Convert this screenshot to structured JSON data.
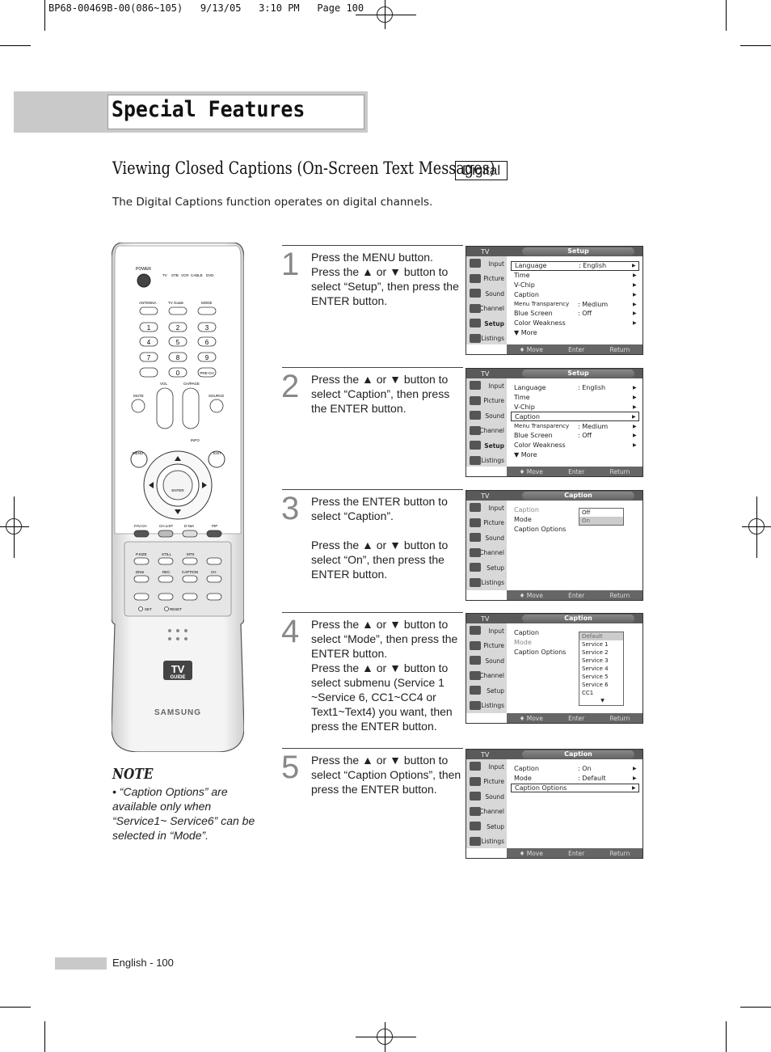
{
  "header_slug": "BP68-00469B-00(086~105)   9/13/05   3:10 PM   Page 100",
  "section_title": "Special Features",
  "page_heading": "Viewing Closed Captions (On-Screen Text Messages)",
  "badge": "Digital",
  "intro": "The Digital Captions function operates on digital channels.",
  "remote": {
    "labels": {
      "power": "POWER",
      "tv": "TV",
      "stb": "STB",
      "vcr": "VCR",
      "cable": "CABLE",
      "dvd": "DVD",
      "antenna": "ANTENNA",
      "tvguide": "TV Guide",
      "mode": "MODE",
      "keys": [
        "1",
        "2",
        "3",
        "4",
        "5",
        "6",
        "7",
        "8",
        "9",
        "0"
      ],
      "prech": "PRE-CH",
      "vol": "VOL",
      "chpage": "CH/PAGE",
      "mute": "MUTE",
      "source": "SOURCE",
      "info": "INFO",
      "menu": "MENU",
      "exit": "EXIT",
      "enter": "ENTER",
      "favch": "FAV.CH",
      "chlist": "CH.LIST",
      "dnet": "D-Net",
      "pip": "PIP",
      "psize": "P.SIZE",
      "still": "STILL",
      "mts": "MTS",
      "dnie": "DNIe",
      "rec": "REC",
      "caption": "CAPTION",
      "ch": "CH",
      "set": "SET",
      "reset": "RESET",
      "logo_tv": "TV",
      "logo_guide": "GUIDE",
      "brand": "SAMSUNG"
    }
  },
  "steps": [
    {
      "num": "1",
      "lines": [
        "Press the MENU button.",
        "Press the ▲ or ▼ button to select “Setup”, then press the ENTER button."
      ]
    },
    {
      "num": "2",
      "lines": [
        "Press the ▲ or ▼ button to select “Caption”, then press the ENTER button."
      ]
    },
    {
      "num": "3",
      "lines": [
        "Press the ENTER button to select “Caption”.",
        "",
        "Press the ▲ or ▼ button to select “On”, then press the ENTER button."
      ]
    },
    {
      "num": "4",
      "lines": [
        "Press the ▲ or ▼ button to select “Mode”, then press the ENTER button.",
        "Press the ▲ or ▼ button to select submenu (Service 1 ~Service 6, CC1~CC4 or Text1~Text4) you want, then press the ENTER button."
      ]
    },
    {
      "num": "5",
      "lines": [
        "Press the ▲ or ▼ button to select “Caption Options”, then press the ENTER button."
      ]
    }
  ],
  "osd": {
    "tv_label": "TV",
    "side_items": [
      "Input",
      "Picture",
      "Sound",
      "Channel",
      "Setup",
      "Listings"
    ],
    "bottom": [
      "♦ Move",
      "Enter",
      "Return"
    ],
    "screens": [
      {
        "title": "Setup",
        "rows": [
          {
            "k": "Language",
            "v": ": English",
            "arr": "▶",
            "hl": true
          },
          {
            "k": "Time",
            "v": "",
            "arr": "▶"
          },
          {
            "k": "V-Chip",
            "v": "",
            "arr": "▶"
          },
          {
            "k": "Caption",
            "v": "",
            "arr": "▶"
          },
          {
            "k": "Menu Transparency",
            "v": ": Medium",
            "arr": "▶"
          },
          {
            "k": "Blue Screen",
            "v": ": Off",
            "arr": "▶"
          },
          {
            "k": "Color Weakness",
            "v": "",
            "arr": "▶"
          },
          {
            "k": "▼ More",
            "v": "",
            "arr": ""
          }
        ]
      },
      {
        "title": "Setup",
        "rows": [
          {
            "k": "Language",
            "v": ": English",
            "arr": "▶"
          },
          {
            "k": "Time",
            "v": "",
            "arr": "▶"
          },
          {
            "k": "V-Chip",
            "v": "",
            "arr": "▶"
          },
          {
            "k": "Caption",
            "v": "",
            "arr": "▶",
            "hl": true
          },
          {
            "k": "Menu Transparency",
            "v": ": Medium",
            "arr": "▶"
          },
          {
            "k": "Blue Screen",
            "v": ": Off",
            "arr": "▶"
          },
          {
            "k": "Color Weakness",
            "v": "",
            "arr": "▶"
          },
          {
            "k": "▼ More",
            "v": "",
            "arr": ""
          }
        ]
      },
      {
        "title": "Caption",
        "rows": [
          {
            "k": "Caption",
            "v": "",
            "arr": "",
            "dim": true
          },
          {
            "k": "Mode",
            "v": "",
            "arr": ""
          },
          {
            "k": "Caption Options",
            "v": "",
            "arr": ""
          }
        ],
        "options": [
          "Off",
          "On"
        ],
        "option_selected": 1
      },
      {
        "title": "Caption",
        "rows": [
          {
            "k": "Caption",
            "v": "",
            "arr": ""
          },
          {
            "k": "Mode",
            "v": "",
            "arr": "",
            "dim": true
          },
          {
            "k": "Caption Options",
            "v": "",
            "arr": ""
          }
        ],
        "options": [
          "Default",
          "Service 1",
          "Service 2",
          "Service 3",
          "Service 4",
          "Service 5",
          "Service 6",
          "CC1",
          "▼"
        ],
        "option_selected": 0
      },
      {
        "title": "Caption",
        "rows": [
          {
            "k": "Caption",
            "v": ": On",
            "arr": "▶"
          },
          {
            "k": "Mode",
            "v": ": Default",
            "arr": "▶"
          },
          {
            "k": "Caption Options",
            "v": "",
            "arr": "▶",
            "hl": true
          }
        ]
      }
    ]
  },
  "note": {
    "title": "NOTE",
    "body": "•  “Caption Options” are available only when “Service1~ Service6” can be selected in “Mode”."
  },
  "footer": "English - 100"
}
